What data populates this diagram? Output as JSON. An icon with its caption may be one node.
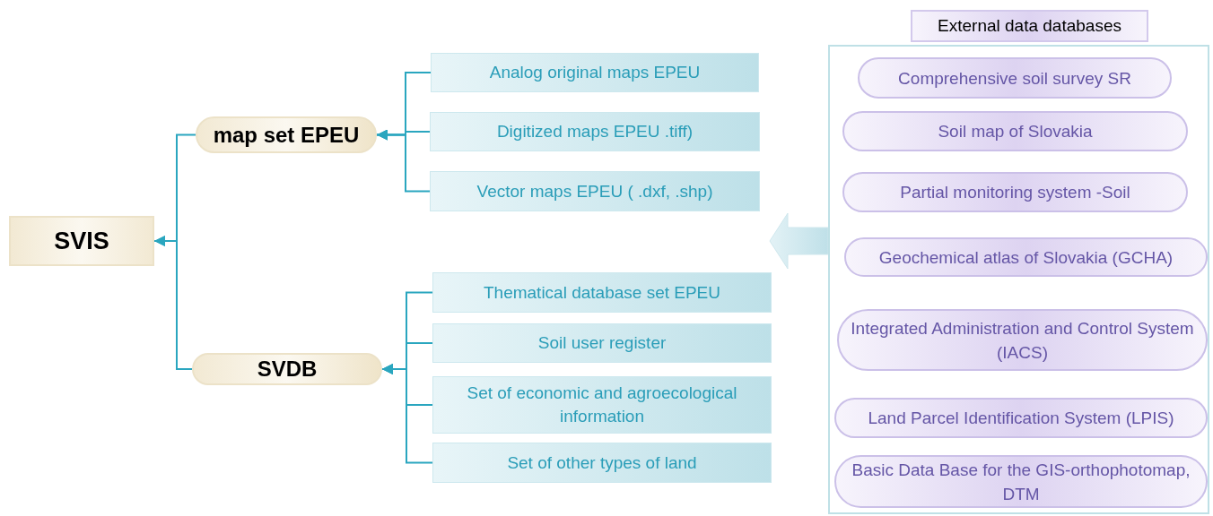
{
  "diagram": {
    "nodes": [
      {
        "text": [
          "SVIS"
        ]
      },
      {
        "text": [
          "map set EPEU"
        ]
      },
      {
        "text": [
          "SVDB"
        ]
      },
      {
        "text": [
          "Analog original maps EPEU"
        ]
      },
      {
        "text": [
          "Digitized maps EPEU .tiff)"
        ]
      },
      {
        "text": [
          "Vector maps EPEU ( .dxf, .shp)"
        ]
      },
      {
        "text": [
          "Thematical database set EPEU"
        ]
      },
      {
        "text": [
          "Soil user register"
        ]
      },
      {
        "text": [
          "Set of economic and agroecological information"
        ]
      },
      {
        "text": [
          "Set of other types of land"
        ]
      },
      {
        "text": [
          "External data databases"
        ]
      },
      {
        "text": [
          "Comprehensive soil survey SR"
        ],
        "in": 10
      },
      {
        "text": [
          "Soil map of Slovakia"
        ],
        "in": 10
      },
      {
        "text": [
          "Partial monitoring system -Soil"
        ],
        "in": 10
      },
      {
        "text": [
          "Geochemical atlas of Slovakia (GCHA)"
        ],
        "in": 10
      },
      {
        "text": [
          "Integrated Administration and Control System (IACS)"
        ],
        "in": 10
      },
      {
        "text": [
          "Land Parcel Identification System (LPIS)"
        ],
        "in": 10
      },
      {
        "text": [
          "Basic Data Base for the GIS-orthophotomap, DTM"
        ],
        "in": 10
      }
    ],
    "edges": [
      {
        "from": 1,
        "to": 0,
        "arrow": "to"
      },
      {
        "from": 2,
        "to": 0,
        "arrow": "to"
      },
      {
        "from": 3,
        "to": 1,
        "arrow": "to"
      },
      {
        "from": 4,
        "to": 1,
        "arrow": "to"
      },
      {
        "from": 5,
        "to": 1,
        "arrow": "to"
      },
      {
        "from": 6,
        "to": 2,
        "arrow": "to"
      },
      {
        "from": 7,
        "to": 2,
        "arrow": "to"
      },
      {
        "from": 8,
        "to": 2,
        "arrow": "to"
      },
      {
        "from": 9,
        "to": 2,
        "arrow": "to"
      },
      {
        "from": 10,
        "to": null,
        "arrow": "to",
        "style": "thick"
      }
    ]
  }
}
